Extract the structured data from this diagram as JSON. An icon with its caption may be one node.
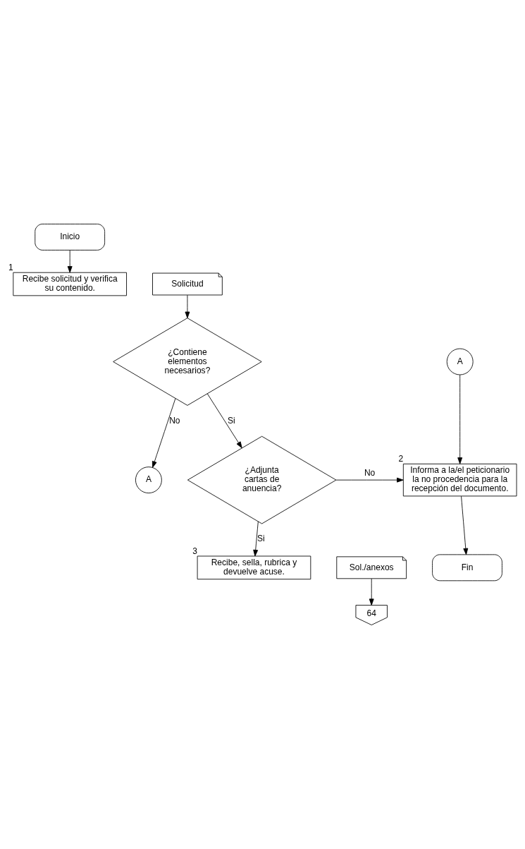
{
  "diagram": {
    "nodes": [
      {
        "text": [
          "Inicio"
        ]
      },
      {
        "text": [
          "Recibe solicitud y verifica su contenido."
        ],
        "beside": [
          "1"
        ]
      },
      {
        "text": [
          "Solicitud"
        ]
      },
      {
        "text": [
          "¿Contiene elementos necesarios?"
        ]
      },
      {
        "text": [
          "A"
        ]
      },
      {
        "text": [
          "¿Adjunta cartas de anuencia?"
        ]
      },
      {
        "text": [
          "A"
        ]
      },
      {
        "text": [
          "Informa a la/el peticionario la no procedencia para la recepción del documento."
        ],
        "beside": [
          "2"
        ]
      },
      {
        "text": [
          "Fin"
        ]
      },
      {
        "text": [
          "Recibe, sella, rubrica y devuelve acuse."
        ],
        "beside": [
          "3"
        ]
      },
      {
        "text": [
          "Sol./anexos"
        ]
      },
      {
        "text": [
          "64"
        ]
      }
    ],
    "edges": [
      {
        "from": 0,
        "to": 1,
        "arrow": "to"
      },
      {
        "from": 2,
        "to": 3,
        "arrow": "to"
      },
      {
        "from": 3,
        "to": 4,
        "arrow": "to",
        "label": "No"
      },
      {
        "from": 3,
        "to": 5,
        "arrow": "to",
        "label": "Si"
      },
      {
        "from": 5,
        "to": 7,
        "arrow": "to",
        "label": "No"
      },
      {
        "from": 6,
        "to": 7,
        "arrow": "to"
      },
      {
        "from": 7,
        "to": 8,
        "arrow": "to"
      },
      {
        "from": 5,
        "to": 9,
        "arrow": "to",
        "label": "Si"
      },
      {
        "from": 10,
        "to": 11,
        "arrow": "to"
      }
    ]
  }
}
